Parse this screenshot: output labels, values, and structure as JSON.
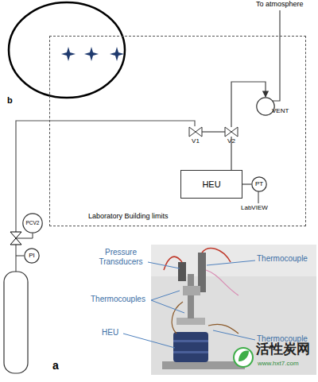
{
  "diagram": {
    "nodes": [
      {
        "text": [
          "Laboratory Building limits"
        ]
      },
      {
        "text": [
          "VENT"
        ],
        "in": 0
      },
      {
        "text": [
          "V1"
        ],
        "in": 0
      },
      {
        "text": [
          "V2"
        ],
        "in": 0
      },
      {
        "text": [
          "HEU"
        ],
        "in": 0
      },
      {
        "text": [
          "PT"
        ],
        "in": 0
      },
      {
        "text": [
          "PCV2"
        ]
      },
      {
        "text": [
          "PI"
        ]
      }
    ],
    "edges": [
      {
        "from": 2,
        "to": 3,
        "arrow": "none"
      },
      {
        "from": 3,
        "to": 1,
        "arrow": "to"
      },
      {
        "from": 4,
        "to": 3,
        "arrow": "none"
      },
      {
        "from": 4,
        "to": 5,
        "arrow": "none"
      }
    ],
    "labels": [
      "To atmosphere",
      "b",
      "LabVIEW",
      "Pressure Transducers",
      "Thermocouple",
      "Thermocouples",
      "HEU",
      "Thermocouple",
      "a",
      "活性炭网",
      "www.hxt7.com"
    ]
  }
}
